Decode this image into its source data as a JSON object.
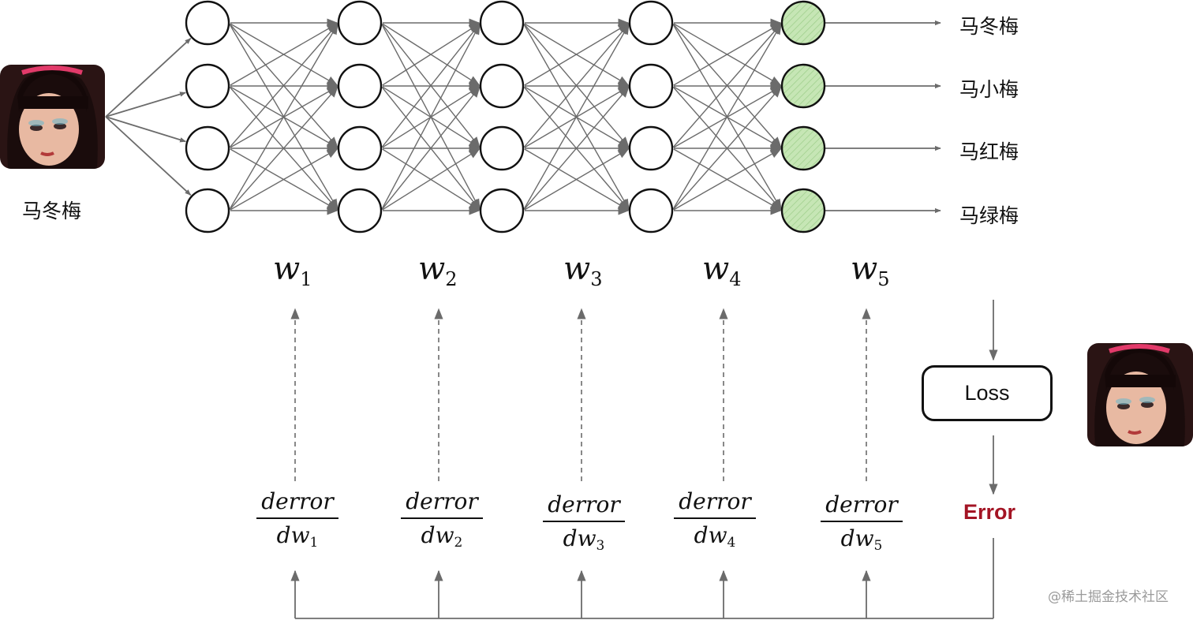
{
  "input": {
    "label": "马冬梅"
  },
  "outputs": [
    "马冬梅",
    "马小梅",
    "马红梅",
    "马绿梅"
  ],
  "network": {
    "layers": 5,
    "nodes_per_layer": 4,
    "output_node_color": "#c6e6b5",
    "hidden_node_color": "#ffffff"
  },
  "weights": [
    {
      "base": "w",
      "sub": "1"
    },
    {
      "base": "w",
      "sub": "2"
    },
    {
      "base": "w",
      "sub": "3"
    },
    {
      "base": "w",
      "sub": "4"
    },
    {
      "base": "w",
      "sub": "5"
    }
  ],
  "gradients": [
    {
      "numerator": "derror",
      "denominator": "dw",
      "sub": "1"
    },
    {
      "numerator": "derror",
      "denominator": "dw",
      "sub": "2"
    },
    {
      "numerator": "derror",
      "denominator": "dw",
      "sub": "3"
    },
    {
      "numerator": "derror",
      "denominator": "dw",
      "sub": "4"
    },
    {
      "numerator": "derror",
      "denominator": "dw",
      "sub": "5"
    }
  ],
  "loss": {
    "label": "Loss"
  },
  "error": {
    "label": "Error",
    "color": "#a31424"
  },
  "watermark": "@稀土掘金技术社区",
  "colors": {
    "arrow": "#6b6b6b",
    "node_stroke": "#111111"
  }
}
